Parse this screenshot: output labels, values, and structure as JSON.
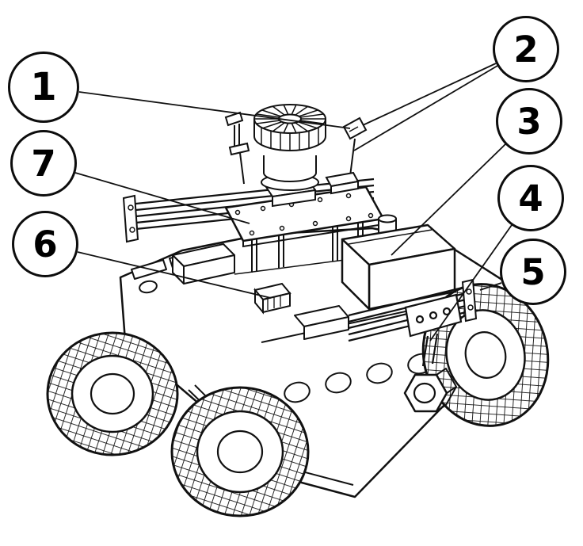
{
  "callouts": [
    {
      "label": "1"
    },
    {
      "label": "2"
    },
    {
      "label": "3"
    },
    {
      "label": "4"
    },
    {
      "label": "5"
    },
    {
      "label": "6"
    },
    {
      "label": "7"
    }
  ]
}
